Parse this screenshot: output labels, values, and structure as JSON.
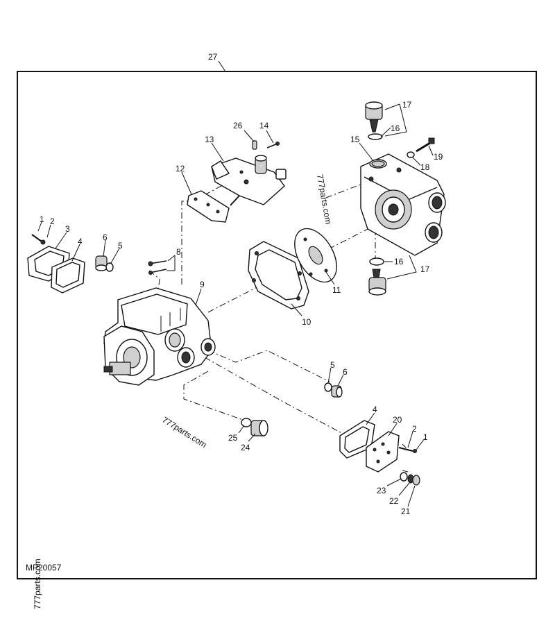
{
  "diagram": {
    "figure_code": "MP20057",
    "assembly_label": "27",
    "watermarks": [
      "777parts.com",
      "777parts.com",
      "777parts.com"
    ],
    "callouts": [
      {
        "id": "c1a",
        "text": "1"
      },
      {
        "id": "c2a",
        "text": "2"
      },
      {
        "id": "c3",
        "text": "3"
      },
      {
        "id": "c4a",
        "text": "4"
      },
      {
        "id": "c6a",
        "text": "6"
      },
      {
        "id": "c5a",
        "text": "5"
      },
      {
        "id": "c8",
        "text": "8"
      },
      {
        "id": "c9",
        "text": "9"
      },
      {
        "id": "c10",
        "text": "10"
      },
      {
        "id": "c11",
        "text": "11"
      },
      {
        "id": "c12",
        "text": "12"
      },
      {
        "id": "c13",
        "text": "13"
      },
      {
        "id": "c26",
        "text": "26"
      },
      {
        "id": "c14",
        "text": "14"
      },
      {
        "id": "c15",
        "text": "15"
      },
      {
        "id": "c16a",
        "text": "16"
      },
      {
        "id": "c17a",
        "text": "17"
      },
      {
        "id": "c18",
        "text": "18"
      },
      {
        "id": "c19",
        "text": "19"
      },
      {
        "id": "c16b",
        "text": "16"
      },
      {
        "id": "c17b",
        "text": "17"
      },
      {
        "id": "c5b",
        "text": "5"
      },
      {
        "id": "c6b",
        "text": "6"
      },
      {
        "id": "c4b",
        "text": "4"
      },
      {
        "id": "c20",
        "text": "20"
      },
      {
        "id": "c2b",
        "text": "2"
      },
      {
        "id": "c1b",
        "text": "1"
      },
      {
        "id": "c25",
        "text": "25"
      },
      {
        "id": "c24",
        "text": "24"
      },
      {
        "id": "c23",
        "text": "23"
      },
      {
        "id": "c22",
        "text": "22"
      },
      {
        "id": "c21",
        "text": "21"
      }
    ]
  }
}
